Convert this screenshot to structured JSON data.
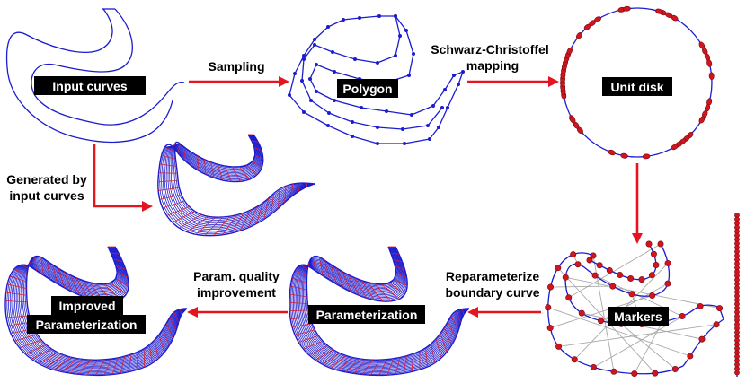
{
  "nodes": {
    "input_curves": "Input curves",
    "polygon": "Polygon",
    "unit_disk": "Unit disk",
    "markers": "Markers",
    "parameterization": "Parameterization",
    "improved_line1": "Improved",
    "improved_line2": "Parameterization"
  },
  "edges": {
    "sampling": "Sampling",
    "sc_line1": "Schwarz-Christoffel",
    "sc_line2": "mapping",
    "generated_line1": "Generated by",
    "generated_line2": "input curves",
    "reparam_line1": "Reparameterize",
    "reparam_line2": "boundary curve",
    "quality_line1": "Param. quality",
    "quality_line2": "improvement"
  },
  "colors": {
    "curve": "#1c1ccf",
    "arrow": "#e6141e",
    "mesh_red": "#e01a2b",
    "marker": "#d0151f",
    "label_bg": "#000000"
  }
}
